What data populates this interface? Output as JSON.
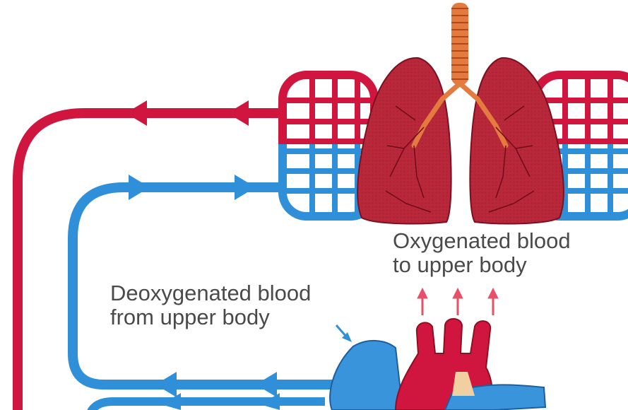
{
  "labels": {
    "oxygenated": {
      "line1": "Oxygenated blood",
      "line2": "to upper body"
    },
    "deoxygenated": {
      "line1": "Deoxygenated blood",
      "line2": "from upper body"
    }
  },
  "colors": {
    "oxygenated": "#d0163f",
    "deoxygenated": "#2f8fd8",
    "lung": "#b8283a",
    "lung_dark": "#7a1020",
    "trachea": "#e0703a",
    "arrow_accent": "#e8506a"
  },
  "icons": [
    "lungs-icon",
    "trachea-icon",
    "heart-icon",
    "flow-arrow-icon"
  ]
}
